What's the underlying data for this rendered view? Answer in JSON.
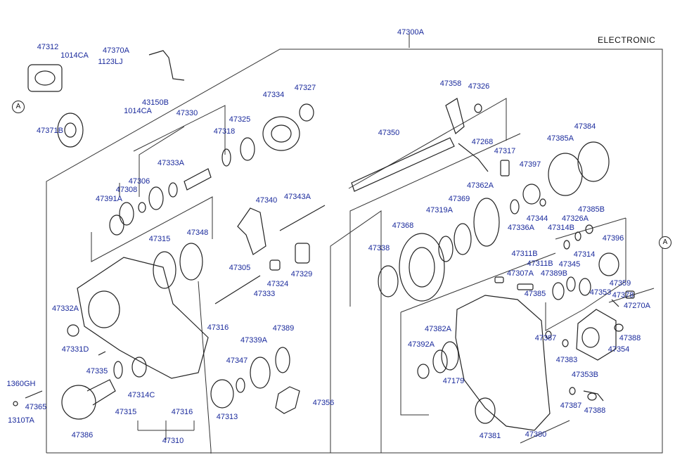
{
  "diagram": {
    "variant_label": "ELECTRONIC",
    "callout_left": "A",
    "callout_right": "A",
    "labels": {
      "p47300A": "47300A",
      "p47312": "47312",
      "p1014CA_top": "1014CA",
      "p47370A": "47370A",
      "p1123LJ": "1123LJ",
      "p43150B": "43150B",
      "p1014CA_mid": "1014CA",
      "p47371B": "47371B",
      "p47330": "47330",
      "p47334": "47334",
      "p47327": "47327",
      "p47325": "47325",
      "p47318": "47318",
      "p47333A": "47333A",
      "p47306": "47306",
      "p47308": "47308",
      "p47391A": "47391A",
      "p47340": "47340",
      "p47343A": "47343A",
      "p47315_top": "47315",
      "p47348": "47348",
      "p47305": "47305",
      "p47324": "47324",
      "p47329": "47329",
      "p47333": "47333",
      "p47332A": "47332A",
      "p47331D": "47331D",
      "p47316_mid": "47316",
      "p47339A": "47339A",
      "p47389": "47389",
      "p47335": "47335",
      "p47347": "47347",
      "p47314C": "47314C",
      "p47356": "47356",
      "p1360GH": "1360GH",
      "p47365": "47365",
      "p1310TA": "1310TA",
      "p47315_bot": "47315",
      "p47316_bot": "47316",
      "p47313": "47313",
      "p47386": "47386",
      "p47310": "47310",
      "p47358": "47358",
      "p47326": "47326",
      "p47350": "47350",
      "p47268": "47268",
      "p47317": "47317",
      "p47384": "47384",
      "p47385A": "47385A",
      "p47397": "47397",
      "p47362A": "47362A",
      "p47369": "47369",
      "p47319A": "47319A",
      "p47385B": "47385B",
      "p47326A": "47326A",
      "p47344": "47344",
      "p47336A": "47336A",
      "p47314B": "47314B",
      "p47368": "47368",
      "p47396": "47396",
      "p47338": "47338",
      "p47311B_a": "47311B",
      "p47311B_b": "47311B",
      "p47314": "47314",
      "p47307A": "47307A",
      "p47345": "47345",
      "p47389B": "47389B",
      "p47359": "47359",
      "p47385": "47385",
      "p47353": "47353",
      "p47378": "47378",
      "p47270A": "47270A",
      "p47382A": "47382A",
      "p47387_a": "47387",
      "p47388_a": "47388",
      "p47392A": "47392A",
      "p47354": "47354",
      "p47383": "47383",
      "p47179": "47179",
      "p47353B": "47353B",
      "p47387_b": "47387",
      "p47388_b": "47388",
      "p47381": "47381",
      "p47380": "47380"
    }
  }
}
